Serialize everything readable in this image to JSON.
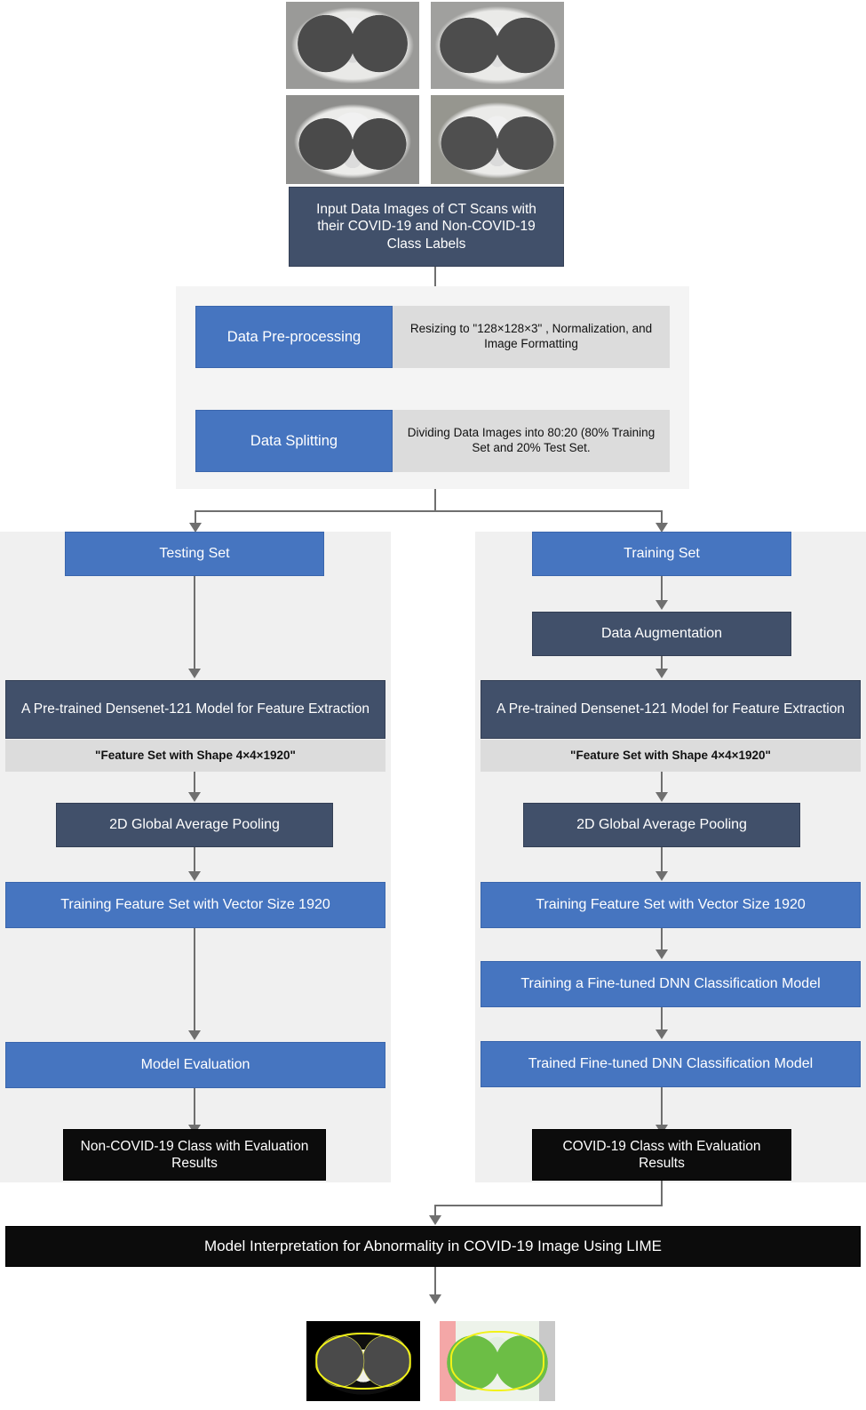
{
  "diagram": {
    "title": "COVID-19 CT Classification Pipeline",
    "colors": {
      "blue": "#4675c0",
      "navy": "#41506a",
      "black": "#0c0c0c",
      "gray_caption": "#dcdcdc",
      "panel": "#f0f0f0"
    }
  },
  "input_stage": {
    "images_alt": [
      "ct-scan-1",
      "ct-scan-2",
      "ct-scan-3",
      "ct-scan-4"
    ],
    "label": "Input Data Images of CT Scans with their COVID-19 and Non-COVID-19 Class Labels"
  },
  "preprocessing_group": {
    "rows": [
      {
        "title": "Data Pre-processing",
        "detail": "Resizing to \"128×128×3\" , Normalization, and Image Formatting"
      },
      {
        "title": "Data Splitting",
        "detail": "Dividing Data Images into 80:20 (80% Training Set and 20% Test Set."
      }
    ]
  },
  "testing_branch": {
    "set_label": "Testing Set",
    "feature_extraction": "A Pre-trained Densenet-121 Model for Feature Extraction",
    "feature_caption": "\"Feature Set with Shape 4×4×1920\"",
    "pooling": "2D Global Average Pooling",
    "feature_vector": "Training Feature Set with Vector Size 1920",
    "evaluation": "Model Evaluation",
    "result": "Non-COVID-19 Class with Evaluation Results"
  },
  "training_branch": {
    "set_label": "Training Set",
    "augmentation": "Data Augmentation",
    "feature_extraction": "A Pre-trained Densenet-121 Model for Feature Extraction",
    "feature_caption": "\"Feature Set with Shape 4×4×1920\"",
    "pooling": "2D Global Average Pooling",
    "feature_vector": "Training Feature Set with Vector Size 1920",
    "training_model": "Training a Fine-tuned DNN Classification Model",
    "trained_model": "Trained Fine-tuned DNN Classification Model",
    "result": "COVID-19 Class with Evaluation Results"
  },
  "interpretation": {
    "label": "Model Interpretation for Abnormality in COVID-19 Image Using LIME",
    "outputs": [
      "lime-boundary-image",
      "lime-superpixel-heatmap-image"
    ]
  }
}
